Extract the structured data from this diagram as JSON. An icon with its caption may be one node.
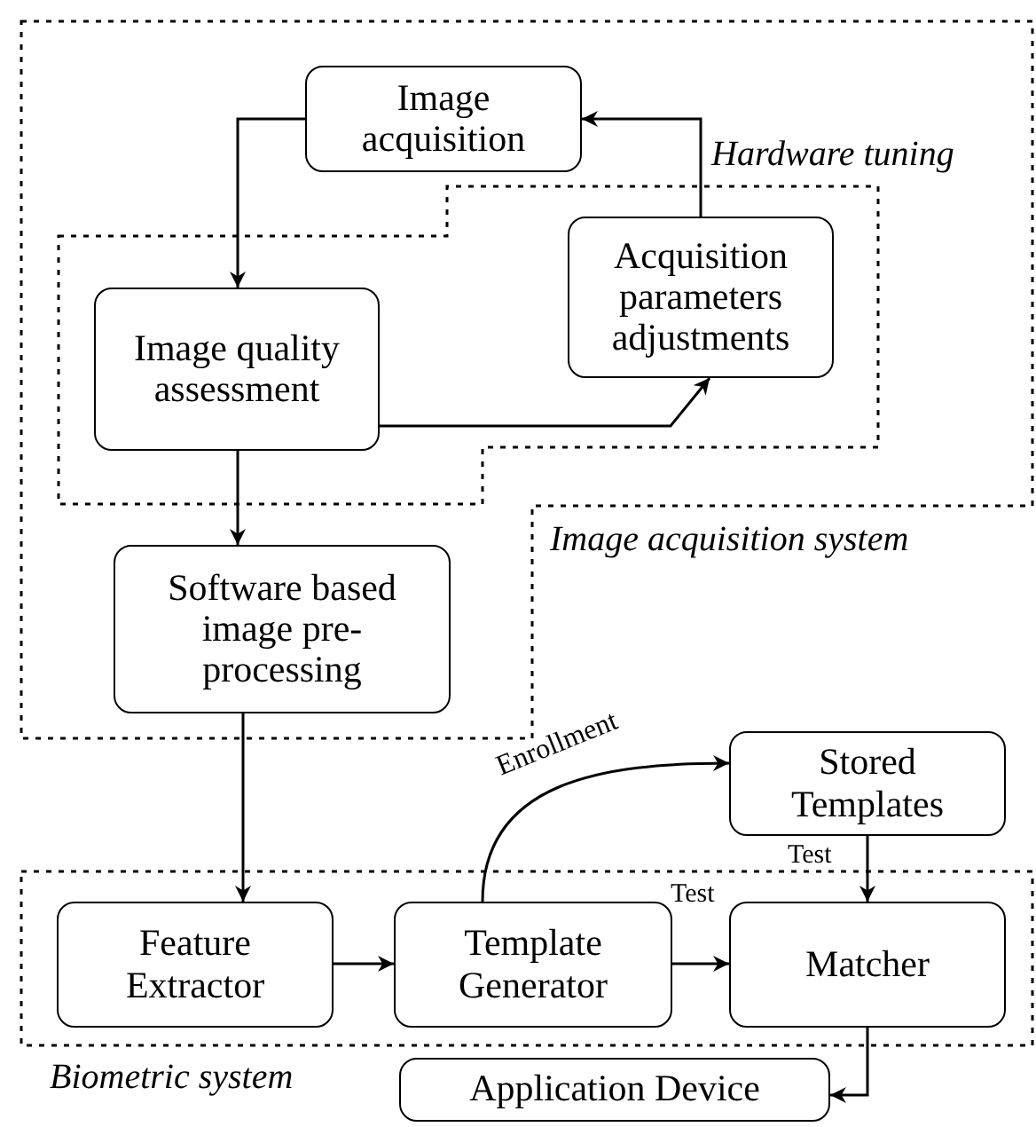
{
  "diagram": {
    "nodes": [
      {
        "text": [
          "Image acquisition system"
        ]
      },
      {
        "text": [
          "Hardware tuning"
        ],
        "in": 0
      },
      {
        "text": [
          "Image acquisition"
        ],
        "in": 0
      },
      {
        "text": [
          "Image quality assessment"
        ],
        "in": 1
      },
      {
        "text": [
          "Acquisition parameters adjustments"
        ],
        "in": 1
      },
      {
        "text": [
          "Software based image pre-processing"
        ],
        "in": 0
      },
      {
        "text": [
          "Biometric system"
        ]
      },
      {
        "text": [
          "Feature Extractor"
        ],
        "in": 6
      },
      {
        "text": [
          "Template Generator"
        ],
        "in": 6
      },
      {
        "text": [
          "Matcher"
        ],
        "in": 6
      },
      {
        "text": [
          "Stored Templates"
        ]
      },
      {
        "text": [
          "Application Device"
        ]
      }
    ],
    "edges": [
      {
        "from": 2,
        "to": 3,
        "arrow": "to"
      },
      {
        "from": 3,
        "to": 4,
        "arrow": "to"
      },
      {
        "from": 4,
        "to": 2,
        "arrow": "to"
      },
      {
        "from": 3,
        "to": 5,
        "arrow": "to"
      },
      {
        "from": 5,
        "to": 7,
        "arrow": "to"
      },
      {
        "from": 7,
        "to": 8,
        "arrow": "to"
      },
      {
        "from": 8,
        "to": 9,
        "arrow": "to",
        "label": "Test"
      },
      {
        "from": 8,
        "to": 10,
        "arrow": "to",
        "label": "Enrollment"
      },
      {
        "from": 10,
        "to": 9,
        "arrow": "to",
        "label": "Test"
      },
      {
        "from": 9,
        "to": 11,
        "arrow": "to"
      }
    ]
  }
}
